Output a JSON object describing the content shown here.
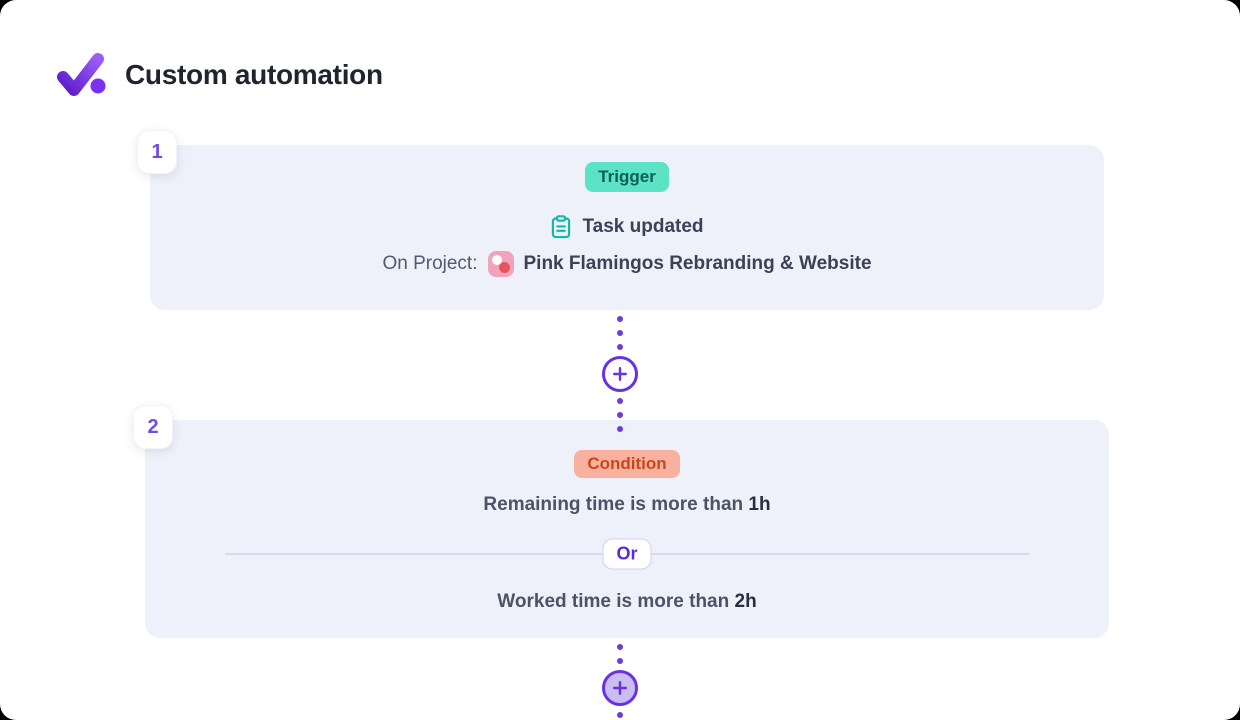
{
  "header": {
    "title": "Custom automation",
    "logo_icon": "check-logo-icon"
  },
  "steps": {
    "one": {
      "number": "1",
      "type_label": "Trigger",
      "event": {
        "icon": "clipboard-icon",
        "label": "Task updated"
      },
      "project": {
        "prefix": "On Project:",
        "icon": "project-swatch-icon",
        "name": "Pink Flamingos Rebranding & Website"
      }
    },
    "two": {
      "number": "2",
      "type_label": "Condition",
      "conditions": [
        {
          "text": "Remaining time is more than ",
          "value": "1h"
        },
        {
          "text": "Worked time is more than ",
          "value": "2h"
        }
      ],
      "operator": "Or"
    }
  },
  "connector": {
    "add_icon": "plus-icon"
  },
  "colors": {
    "accent_purple": "#6733e0",
    "dot_purple": "#6d3be4",
    "trigger_badge_bg": "#5ce3c6",
    "trigger_badge_text": "#0b5d55",
    "condition_badge_bg": "#f8b19e",
    "condition_badge_text": "#c4491d",
    "card_bg": "#eef0fa",
    "project_icon_pink": "#f0a3bb",
    "project_icon_red": "#e4555e",
    "clipboard_teal": "#14b8a6"
  }
}
